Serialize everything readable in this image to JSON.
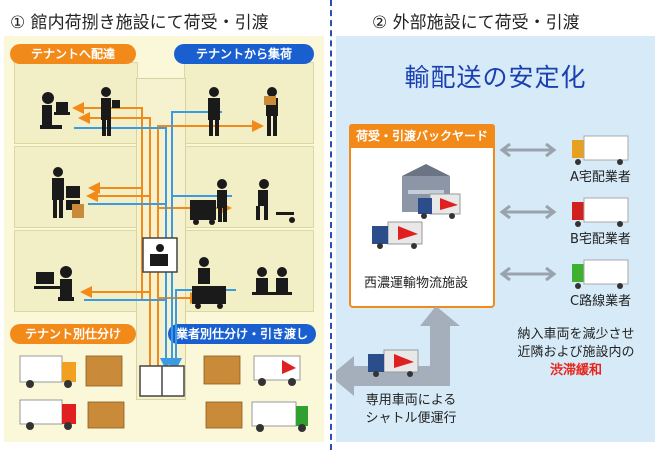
{
  "left": {
    "title": "① 館内荷捌き施設にて荷受・引渡",
    "pill_delivery": "テナントへ配達",
    "pill_pickup": "テナントから集荷",
    "pill_tenant_sort": "テナント別仕分け",
    "pill_carrier_sort": "業者別仕分け・引き渡し"
  },
  "right": {
    "title": "② 外部施設にて荷受・引渡",
    "headline": "輸配送の安定化",
    "box_header": "荷受・引渡バックヤード",
    "facility_name": "西濃運輸物流施設",
    "carriers": [
      "A宅配業者",
      "B宅配業者",
      "C路線業者"
    ],
    "shuttle_line1": "専用車両による",
    "shuttle_line2": "シャトル便運行",
    "note_line1": "納入車両を減少させ",
    "note_line2": "近隣および施設内の",
    "note_emphasis": "渋滞緩和"
  },
  "colors": {
    "orange": "#f28a1a",
    "blue": "#1a5fd0",
    "divider": "#2a4fb0",
    "emphasis_red": "#e8231a"
  },
  "icons": [
    "office-worker-icon",
    "courier-icon",
    "forklift-icon",
    "hand-truck-icon",
    "elevator-icon",
    "truck-icon",
    "package-box-icon",
    "warehouse-icon"
  ]
}
